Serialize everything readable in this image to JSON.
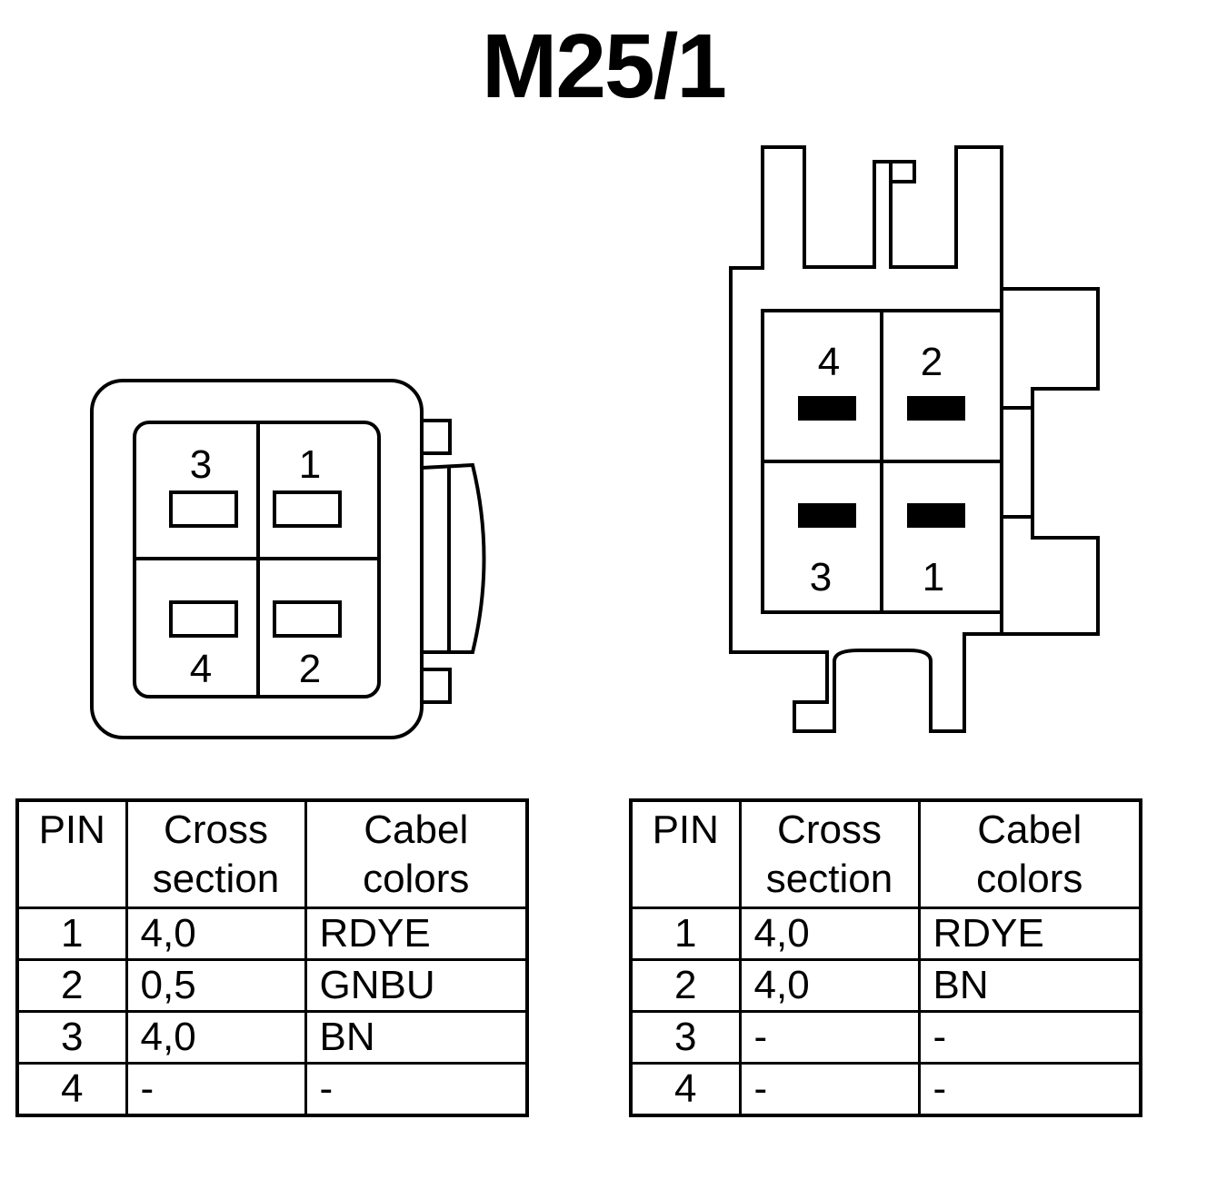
{
  "title": "M25/1",
  "left_connector": {
    "pins": [
      {
        "number": "1"
      },
      {
        "number": "2"
      },
      {
        "number": "3"
      },
      {
        "number": "4"
      }
    ]
  },
  "right_connector": {
    "pins": [
      {
        "number": "1"
      },
      {
        "number": "2"
      },
      {
        "number": "3"
      },
      {
        "number": "4"
      }
    ]
  },
  "left_table": {
    "headers": {
      "pin": "PIN",
      "cross_1": "Cross",
      "cross_2": "section",
      "color_1": "Cabel",
      "color_2": "colors"
    },
    "rows": [
      {
        "pin": "1",
        "cross": "4,0",
        "color": "RDYE"
      },
      {
        "pin": "2",
        "cross": "0,5",
        "color": "GNBU"
      },
      {
        "pin": "3",
        "cross": "4,0",
        "color": "BN"
      },
      {
        "pin": "4",
        "cross": "-",
        "color": "-"
      }
    ]
  },
  "right_table": {
    "headers": {
      "pin": "PIN",
      "cross_1": "Cross",
      "cross_2": "section",
      "color_1": "Cabel",
      "color_2": "colors"
    },
    "rows": [
      {
        "pin": "1",
        "cross": "4,0",
        "color": "RDYE"
      },
      {
        "pin": "2",
        "cross": "4,0",
        "color": "BN"
      },
      {
        "pin": "3",
        "cross": "-",
        "color": "-"
      },
      {
        "pin": "4",
        "cross": "-",
        "color": "-"
      }
    ]
  }
}
